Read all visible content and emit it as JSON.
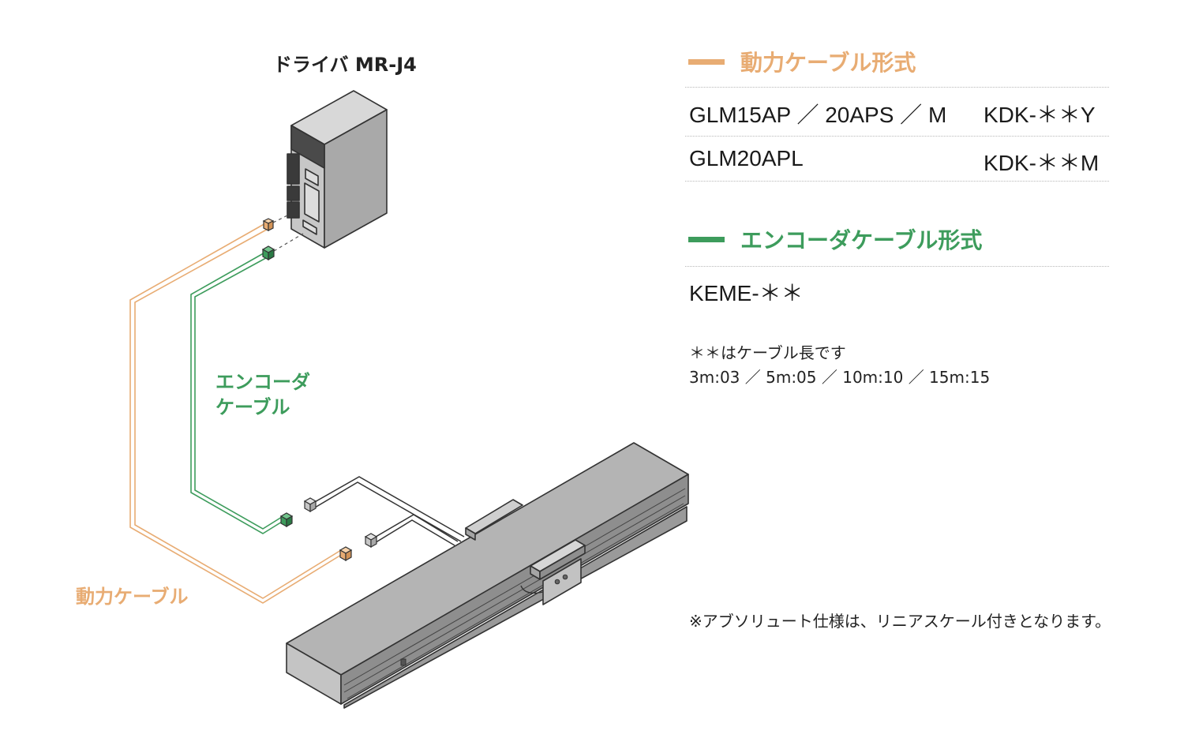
{
  "driver": {
    "title": "ドライバ MR-J4"
  },
  "labels": {
    "encoder_cable_line1": "エンコーダ",
    "encoder_cable_line2": "ケーブル",
    "power_cable": "動力ケーブル"
  },
  "power_section": {
    "heading": "動力ケーブル形式",
    "rows": [
      {
        "model": "GLM15AP ／ 20APS ／ M",
        "cable": "KDK-＊＊Y"
      },
      {
        "model": "GLM20APL",
        "cable": "KDK-＊＊M"
      }
    ]
  },
  "encoder_section": {
    "heading": "エンコーダケーブル形式",
    "rows": [
      {
        "cable": "KEME-＊＊"
      }
    ]
  },
  "length_note": {
    "line1": "＊＊はケーブル長です",
    "line2": "3m:03 ／ 5m:05 ／ 10m:10 ／ 15m:15"
  },
  "footnote": "※アブソリュート仕様は、リニアスケール付きとなります。",
  "colors": {
    "power": "#e8ac73",
    "encoder": "#3d9c5c",
    "body_gray": "#b4b4b4",
    "outline": "#333333"
  }
}
